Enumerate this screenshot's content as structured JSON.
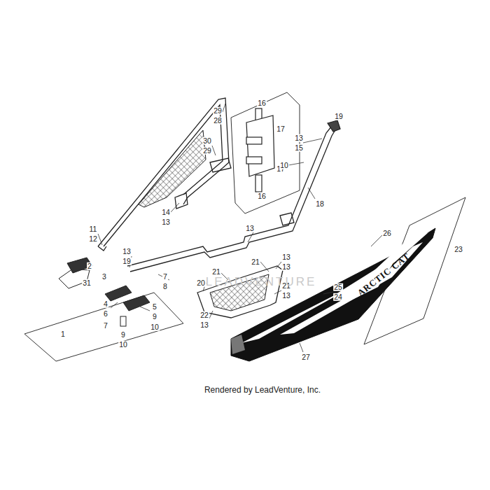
{
  "diagram": {
    "caption": "Rendered by LeadVenture, Inc.",
    "labels": [
      "29",
      "28",
      "30",
      "29",
      "16",
      "17",
      "17",
      "16",
      "19",
      "13",
      "15",
      "10",
      "18",
      "14",
      "13",
      "11",
      "12",
      "13",
      "13",
      "19",
      "2",
      "3",
      "31",
      "7",
      "8",
      "26",
      "23",
      "21",
      "21",
      "13",
      "13",
      "21",
      "13",
      "20",
      "25",
      "24",
      "22",
      "13",
      "27",
      "4",
      "6",
      "7",
      "5",
      "9",
      "10",
      "9",
      "10",
      "1",
      "ARCTIC CAT",
      "LEADVENTURE"
    ]
  }
}
